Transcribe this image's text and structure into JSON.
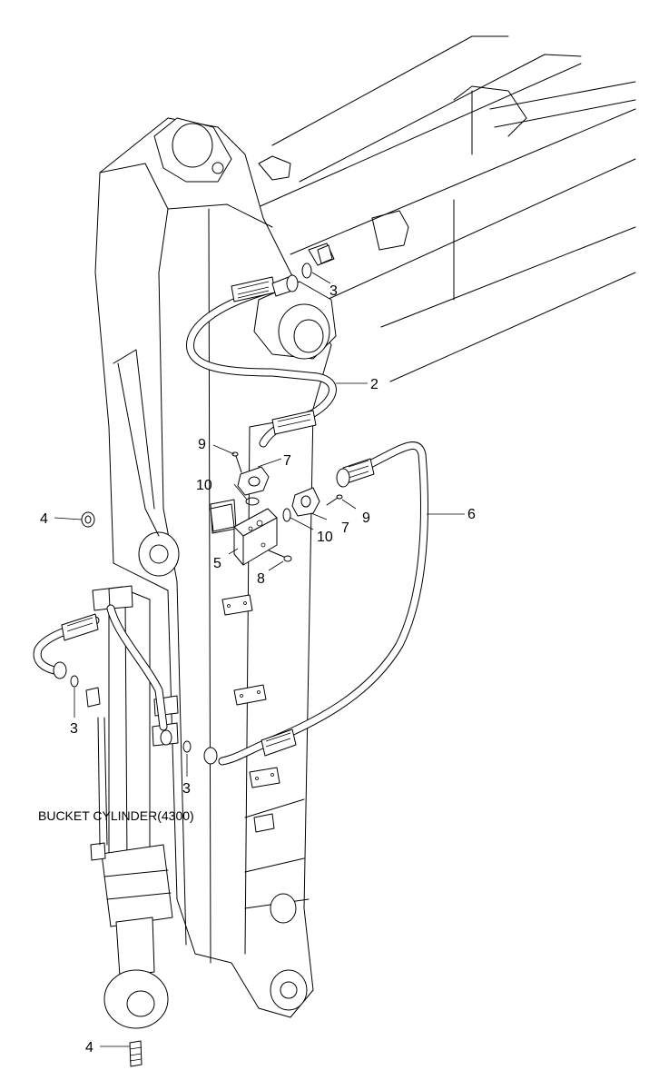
{
  "diagram": {
    "caption": "BUCKET CYLINDER(4300)",
    "callouts": [
      {
        "id": "c3a",
        "text": "3"
      },
      {
        "id": "c2",
        "text": "2"
      },
      {
        "id": "c9a",
        "text": "9"
      },
      {
        "id": "c7a",
        "text": "7"
      },
      {
        "id": "c10a",
        "text": "10"
      },
      {
        "id": "c9b",
        "text": "9"
      },
      {
        "id": "c6",
        "text": "6"
      },
      {
        "id": "c7b",
        "text": "7"
      },
      {
        "id": "c10b",
        "text": "10"
      },
      {
        "id": "c4a",
        "text": "4"
      },
      {
        "id": "c5",
        "text": "5"
      },
      {
        "id": "c8",
        "text": "8"
      },
      {
        "id": "c3b",
        "text": "3"
      },
      {
        "id": "c3c",
        "text": "3"
      },
      {
        "id": "c4b",
        "text": "4"
      }
    ]
  }
}
